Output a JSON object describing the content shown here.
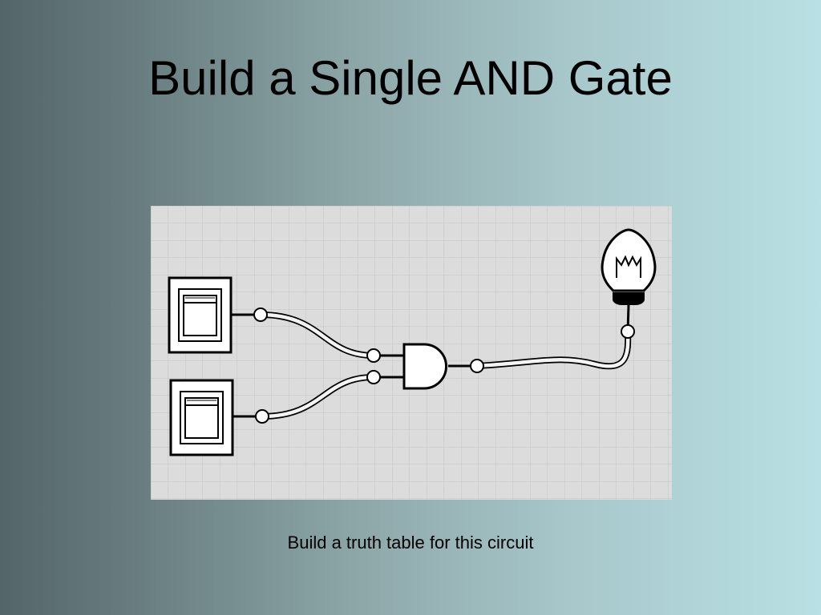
{
  "slide": {
    "title": "Build a Single AND Gate",
    "caption": "Build a truth table for this circuit"
  },
  "circuit": {
    "components": [
      {
        "type": "switch",
        "name": "input-switch-a"
      },
      {
        "type": "switch",
        "name": "input-switch-b"
      },
      {
        "type": "and-gate",
        "name": "and-gate"
      },
      {
        "type": "light-bulb",
        "name": "output-bulb"
      }
    ],
    "colors": {
      "grid_background": "#dcdcdc",
      "grid_line": "#c3c3c3",
      "wire_fill": "#f4f4f4",
      "outline": "#000000",
      "bulb_base": "#000000"
    }
  }
}
